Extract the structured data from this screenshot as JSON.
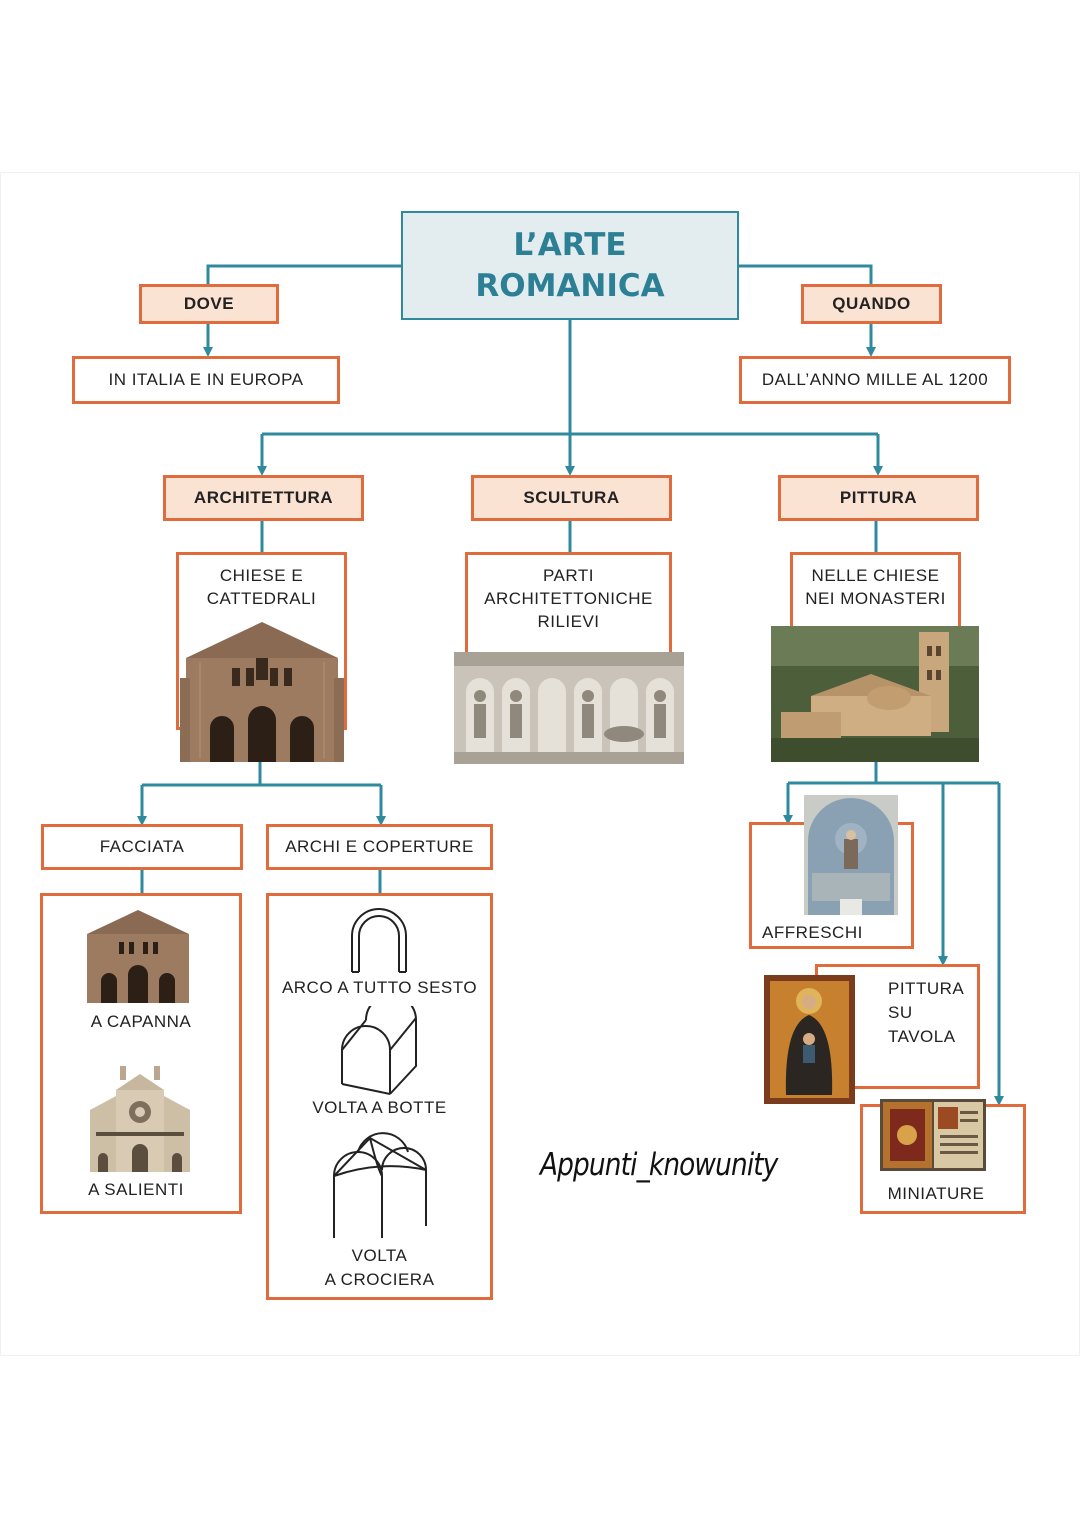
{
  "diagram": {
    "title": "L’ARTE\nROMANICA",
    "dove": {
      "label": "DOVE",
      "answer": "IN  ITALIA  E  IN  EUROPA"
    },
    "quando": {
      "label": "QUANDO",
      "answer": "DALL’ANNO  MILLE  AL 1200"
    },
    "architettura": {
      "label": "ARCHITETTURA",
      "detail": "CHIESE  E\nCATTEDRALI",
      "facciata": {
        "label": "FACCIATA",
        "items": [
          "A  CAPANNA",
          "A  SALIENTI"
        ]
      },
      "archi": {
        "label": "ARCHI E COPERTURE",
        "items": [
          "ARCO A TUTTO SESTO",
          "VOLTA  A  BOTTE",
          "VOLTA\nA  CROCIERA"
        ]
      }
    },
    "scultura": {
      "label": "SCULTURA",
      "detail": "PARTI\nARCHITETTONICHE\nRILIEVI"
    },
    "pittura": {
      "label": "PITTURA",
      "detail": "NELLE  CHIESE\nNEI  MONASTERI",
      "items": [
        "AFFRESCHI",
        "PITTURA\nSU\nTAVOLA",
        "MINIATURE"
      ]
    }
  },
  "signature": "Appunti_knowunity",
  "colors": {
    "box_border": "#e06b3c",
    "header_fill": "#fbe3d3",
    "connector": "#2f8a9e",
    "title_fill": "#e3ecee",
    "title_text": "#2c7f94"
  }
}
